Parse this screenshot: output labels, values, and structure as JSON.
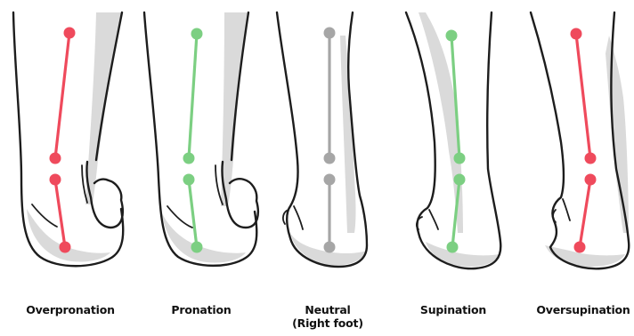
{
  "panels": [
    {
      "label": "Overpronation",
      "sublabel": "",
      "color": "#ef4a5c"
    },
    {
      "label": "Pronation",
      "sublabel": "",
      "color": "#7ccf82"
    },
    {
      "label": "Neutral",
      "sublabel": "(Right foot)",
      "color": "#a6a6a6"
    },
    {
      "label": "Supination",
      "sublabel": "",
      "color": "#7ccf82"
    },
    {
      "label": "Oversupination",
      "sublabel": "",
      "color": "#ef4a5c"
    }
  ],
  "colors": {
    "outline": "#1d1d1d",
    "shadow": "#d9d9d9",
    "red_marker": "#ef4a5c",
    "green_marker": "#7ccf82",
    "gray_marker": "#a6a6a6"
  }
}
